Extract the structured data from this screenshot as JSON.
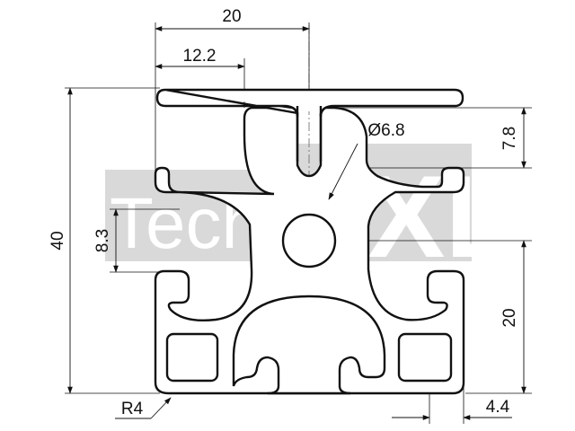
{
  "watermark": {
    "text_left": "Tech",
    "text_right": "XXL",
    "color": "#d9d9d9"
  },
  "profile": {
    "outline_color": "#111111",
    "fill": "#ffffff"
  },
  "dimensions": {
    "top_width": "20",
    "slot_offset": "12.2",
    "bore_diameter": "Ø6.8",
    "flange_height": "7.8",
    "overall_height": "40",
    "slot_height": "8.3",
    "lower_height": "20",
    "corner_radius": "R4",
    "slot_width": "4.4"
  }
}
